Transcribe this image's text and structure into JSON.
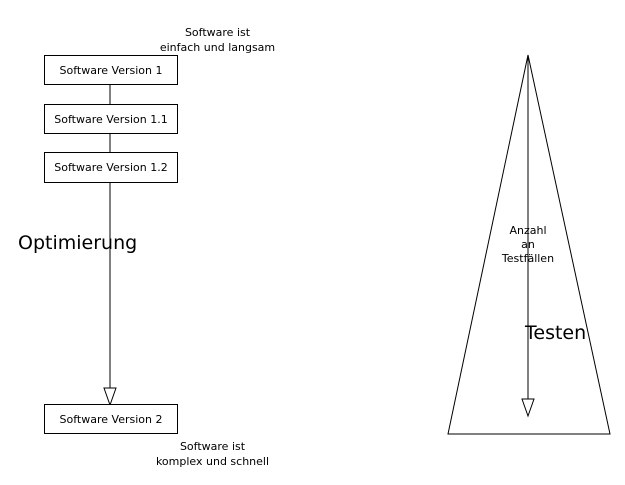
{
  "boxes": {
    "v1": "Software Version 1",
    "v1_1": "Software Version 1.1",
    "v1_2": "Software Version 1.2",
    "v2": "Software Version 2"
  },
  "notes": {
    "top_line1": "Software ist",
    "top_line2": "einfach und langsam",
    "bottom_line1": "Software ist",
    "bottom_line2": "komplex und schnell"
  },
  "labels": {
    "optimierung": "Optimierung",
    "testen": "Testen",
    "anzahl_line1": "Anzahl",
    "anzahl_line2": "an",
    "anzahl_line3": "Testfällen"
  }
}
